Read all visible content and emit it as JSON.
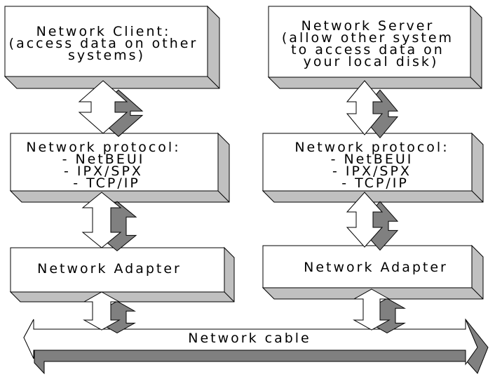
{
  "diagram": {
    "left": {
      "client": {
        "lines": [
          "Network Client:",
          "(access data on other",
          "systems)"
        ]
      },
      "protocol": {
        "lines": [
          "Network protocol:",
          "- NetBEUI",
          "- IPX/SPX",
          "- TCP/IP"
        ]
      },
      "adapter": {
        "lines": [
          "Network Adapter"
        ]
      }
    },
    "right": {
      "server": {
        "lines": [
          "Network Server",
          "(allow other system",
          "to access data on",
          "your local disk)"
        ]
      },
      "protocol": {
        "lines": [
          "Network protocol:",
          "- NetBEUI",
          "- IPX/SPX",
          "- TCP/IP"
        ]
      },
      "adapter": {
        "lines": [
          "Network Adapter"
        ]
      }
    },
    "cable": {
      "label": "Network cable"
    }
  },
  "colors": {
    "face": "#ffffff",
    "side": "#c0c0c0",
    "dark": "#808080",
    "outline": "#000000"
  }
}
